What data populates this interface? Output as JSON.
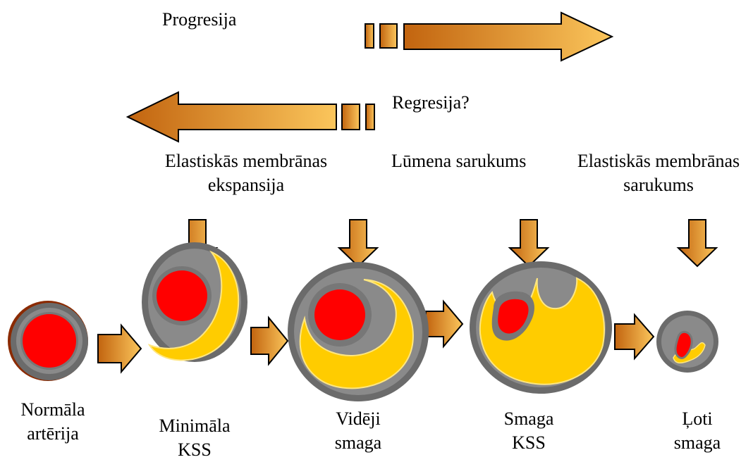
{
  "labels": {
    "progression": "Progresija",
    "regression": "Regresija?",
    "expansion": [
      "Elastiskās membrānas",
      "ekspansija"
    ],
    "lumen_shrink": "Lūmena sarukums",
    "membrane_shrink": [
      "Elastiskās membrānas",
      "sarukums"
    ]
  },
  "stages": [
    {
      "line1": "Normāla",
      "line2": "artērija"
    },
    {
      "line1": "Minimāla",
      "line2": "KSS"
    },
    {
      "line1": "Vidēji",
      "line2": "smaga"
    },
    {
      "line1": "Smaga",
      "line2": "KSS"
    },
    {
      "line1": "Ļoti",
      "line2": "smaga"
    }
  ],
  "colors": {
    "vessel_wall": "#6b6b6b",
    "vessel_inner": "#8a8a8a",
    "lumen": "#ff0000",
    "plaque": "#ffcc00",
    "arrow_dark": "#c2640f",
    "arrow_light": "#fbc65c"
  }
}
